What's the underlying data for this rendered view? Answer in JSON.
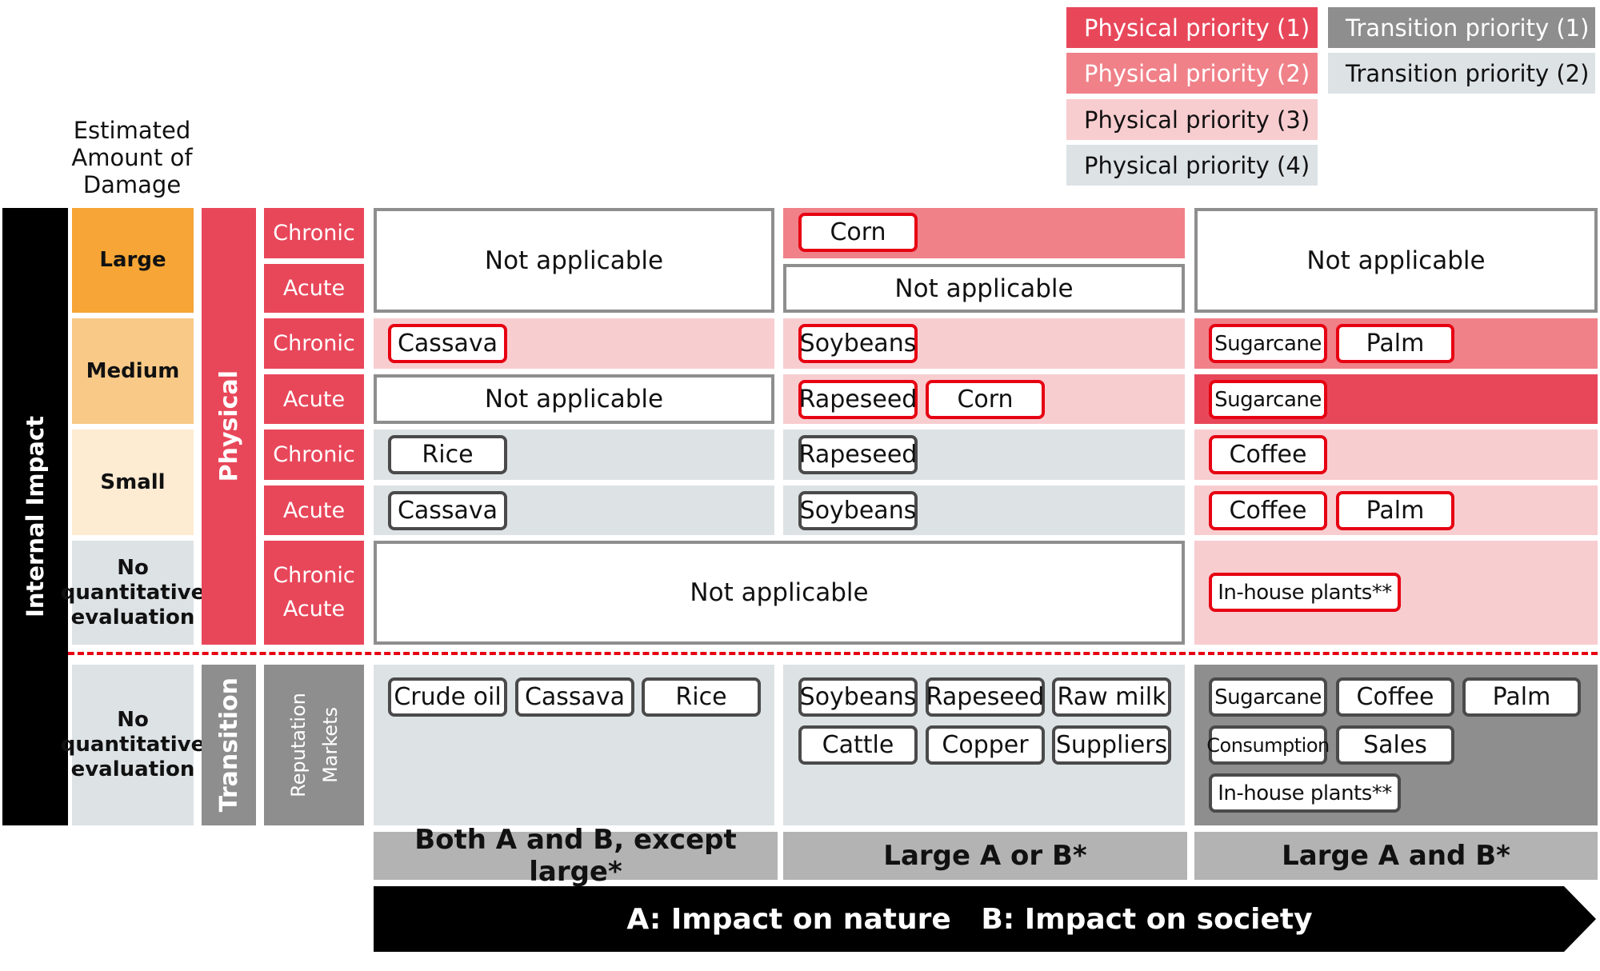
{
  "legend": {
    "physical": [
      "Physical priority (1)",
      "Physical priority (2)",
      "Physical priority (3)",
      "Physical priority (4)"
    ],
    "transition": [
      "Transition priority (1)",
      "Transition priority (2)"
    ],
    "colors": {
      "physical_1": "#e8475a",
      "physical_2": "#f08189",
      "physical_3": "#f8cdd0",
      "physical_4": "#dde2e5",
      "transition_1": "#8e8e8e",
      "transition_2": "#dde2e5"
    }
  },
  "y_axis_label": "Estimated Amount of Damage",
  "internal_impact": "Internal Impact",
  "damage_levels": [
    "Large",
    "Medium",
    "Small",
    "No quantitative evaluation",
    "No quantitative evaluation"
  ],
  "categories": {
    "physical": "Physical",
    "transition": "Transition"
  },
  "subcategories": {
    "chronic": "Chronic",
    "acute": "Acute",
    "transition": [
      "Reputation",
      "Markets"
    ]
  },
  "not_applicable": "Not applicable",
  "cells": {
    "large_chronic_col2": [
      "Corn"
    ],
    "medium_chronic_col1": [
      "Cassava"
    ],
    "medium_chronic_col2": [
      "Soybeans"
    ],
    "medium_chronic_col3": [
      "Sugarcane",
      "Palm"
    ],
    "medium_acute_col2": [
      "Rapeseed",
      "Corn"
    ],
    "medium_acute_col3": [
      "Sugarcane"
    ],
    "small_chronic_col1": [
      "Rice"
    ],
    "small_chronic_col2": [
      "Rapeseed"
    ],
    "small_chronic_col3": [
      "Coffee"
    ],
    "small_acute_col1": [
      "Cassava"
    ],
    "small_acute_col2": [
      "Soybeans"
    ],
    "small_acute_col3": [
      "Coffee",
      "Palm"
    ],
    "noq_physical_col3": [
      "In-house plants**"
    ],
    "transition_col1": [
      "Crude oil",
      "Cassava",
      "Rice"
    ],
    "transition_col2": [
      "Soybeans",
      "Rapeseed",
      "Raw milk",
      "Cattle",
      "Copper",
      "Suppliers"
    ],
    "transition_col3": [
      "Sugarcane",
      "Coffee",
      "Palm",
      "Consumption",
      "Sales",
      "In-house plants**"
    ]
  },
  "columns": [
    "Both A and B, except large*",
    "Large A or B*",
    "Large A and B*"
  ],
  "x_axis": "A: Impact on nature   B: Impact on society"
}
